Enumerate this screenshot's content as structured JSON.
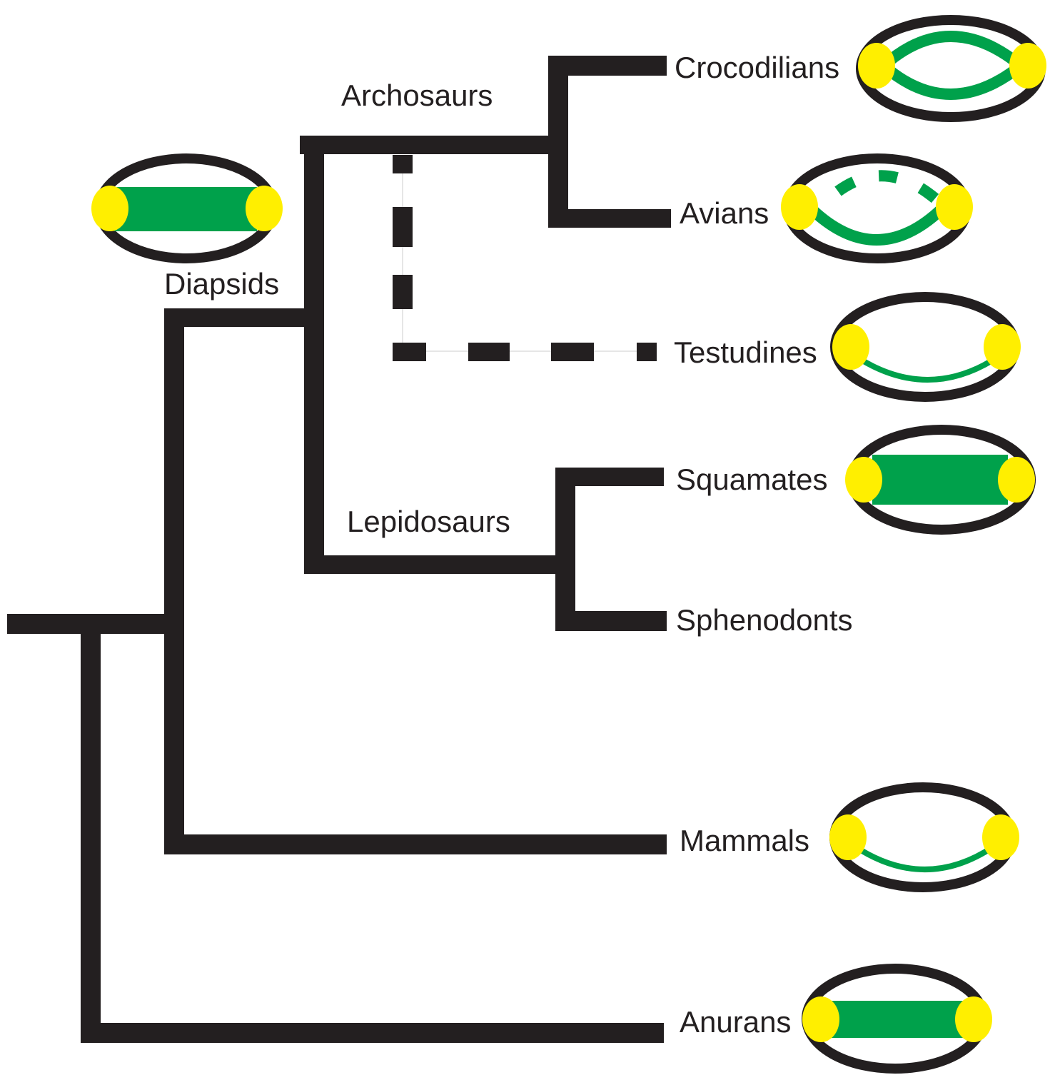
{
  "clade_labels": {
    "archosaurs": "Archosaurs",
    "diapsids": "Diapsids",
    "lepidosaurs": "Lepidosaurs"
  },
  "taxa": {
    "crocodilians": "Crocodilians",
    "avians": "Avians",
    "testudines": "Testudines",
    "squamates": "Squamates",
    "sphenodonts": "Sphenodonts",
    "mammals": "Mammals",
    "anurans": "Anurans"
  },
  "colors": {
    "branch": "#231f20",
    "ring": "#231f20",
    "node_ball": "#ffef00",
    "connection": "#00a14b"
  },
  "icon_styles": {
    "diapsids": "thick-bar",
    "crocodilians": "double-arc",
    "avians": "arc-with-dashed-arc",
    "testudines": "thin-arc",
    "squamates": "thick-bar",
    "mammals": "thin-arc",
    "anurans": "thick-bar"
  }
}
